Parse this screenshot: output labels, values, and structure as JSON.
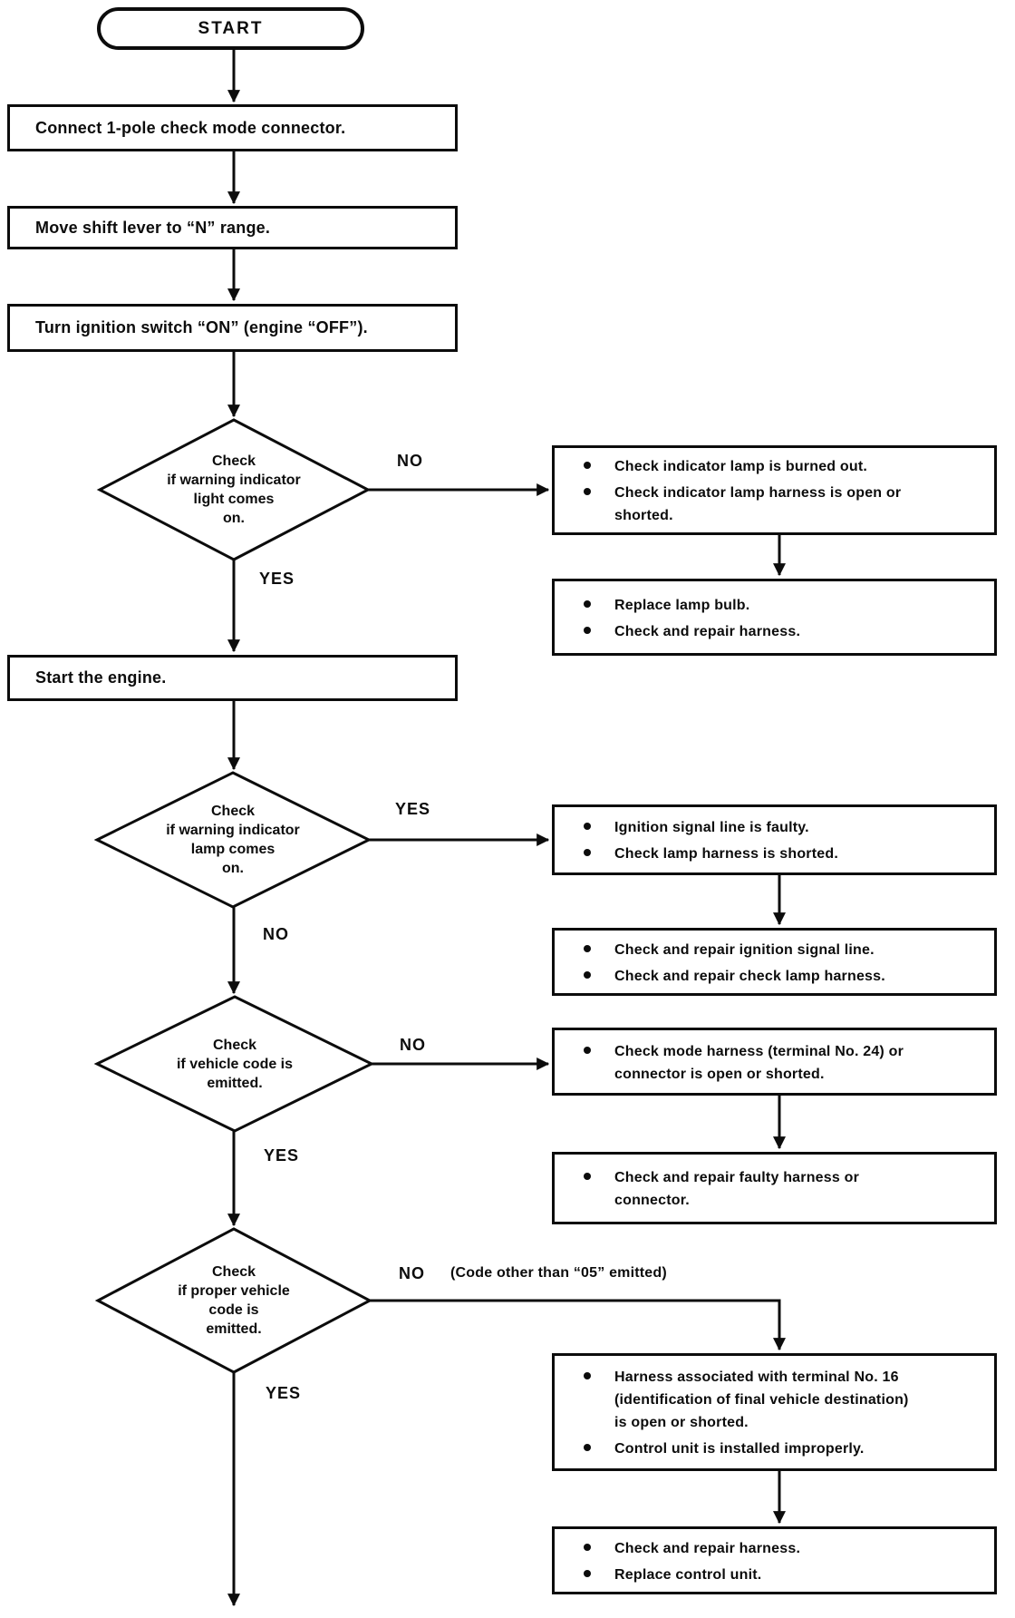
{
  "flowchart": {
    "start_label": "START",
    "process": {
      "connect": "Connect 1-pole check mode connector.",
      "shift_lever": "Move shift lever to “N” range.",
      "ignition_on": "Turn ignition switch “ON” (engine “OFF”).",
      "start_engine": "Start the engine."
    },
    "decisions": {
      "warning_light": {
        "text": "Check\nif warning indicator\nlight comes\non.",
        "right_label": "NO",
        "down_label": "YES"
      },
      "warning_lamp": {
        "text": "Check\nif warning indicator\nlamp comes\non.",
        "right_label": "YES",
        "down_label": "NO"
      },
      "vehicle_code": {
        "text": "Check\nif vehicle code is\nemitted.",
        "right_label": "NO",
        "down_label": "YES"
      },
      "proper_code": {
        "text": "Check\nif proper vehicle\ncode is\nemitted.",
        "right_label": "NO",
        "right_note": "(Code other than “05” emitted)",
        "down_label": "YES"
      }
    },
    "results": {
      "r1": {
        "item0": "Check indicator lamp is burned out.",
        "item1": "Check indicator lamp harness is open or\nshorted."
      },
      "r2": {
        "item0": "Replace lamp bulb.",
        "item1": "Check and repair harness."
      },
      "r3": {
        "item0": "Ignition signal line is faulty.",
        "item1": "Check lamp harness is shorted."
      },
      "r4": {
        "item0": "Check and repair ignition signal line.",
        "item1": "Check and repair check lamp harness."
      },
      "r5": {
        "item0": "Check mode harness (terminal No. 24) or\nconnector is open or shorted."
      },
      "r6": {
        "item0": "Check and repair faulty harness or\nconnector."
      },
      "r7": {
        "item0": "Harness associated with terminal No. 16\n(identification of final vehicle destination)\nis open or shorted.",
        "item1": "Control unit is installed improperly."
      },
      "r8": {
        "item0": "Check and repair harness.",
        "item1": "Replace control unit."
      }
    },
    "line_color": "#0c0c0c"
  }
}
